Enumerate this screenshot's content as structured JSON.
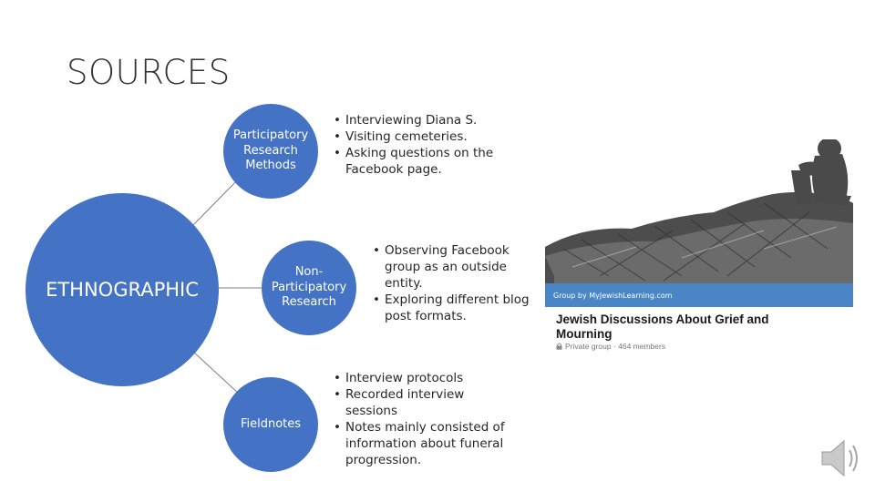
{
  "title": "SOURCES",
  "hub": {
    "label": "ETHNOGRAPHIC"
  },
  "branches": [
    {
      "label": "Participatory Research Methods",
      "bullets": [
        "Interviewing Diana S.",
        "Visiting cemeteries.",
        "Asking questions on the Facebook page."
      ]
    },
    {
      "label": "Non-Participatory Research",
      "bullets": [
        "Observing Facebook group as an outside entity.",
        "Exploring different blog post formats."
      ]
    },
    {
      "label": "Fieldnotes",
      "bullets": [
        "Interview protocols",
        "Recorded interview sessions",
        "Notes mainly consisted of information about funeral progression."
      ]
    }
  ],
  "facebook_card": {
    "group_by": "Group by MyJewishLearning.com",
    "name": "Jewish Discussions About Grief and Mourning",
    "meta": "Private group · 464 members"
  },
  "icons": {
    "audio": "speaker-icon",
    "lock": "lock-icon"
  },
  "colors": {
    "circle": "#4472c4",
    "banner": "#4a86c5",
    "connector": "#7f7f7f"
  }
}
